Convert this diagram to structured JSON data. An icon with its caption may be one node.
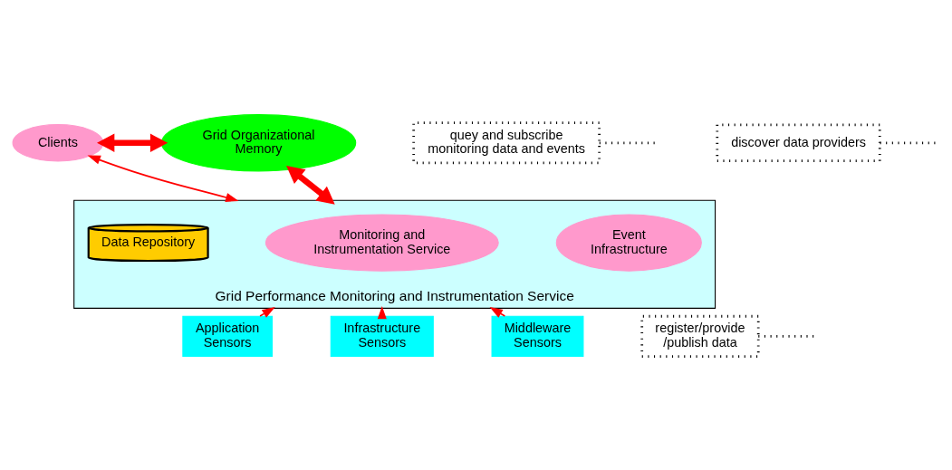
{
  "diagram": {
    "nodes": [
      {
        "text": [
          "Clients"
        ]
      },
      {
        "text": [
          "Grid Organizational Memory"
        ]
      },
      {
        "text": [
          "quey and subscribe monitoring data and events"
        ]
      },
      {
        "text": [
          "discover data providers"
        ]
      },
      {
        "text": [
          "Grid Performance Monitoring and Instrumentation Service"
        ]
      },
      {
        "text": [
          "Data Repository"
        ],
        "in": 4
      },
      {
        "text": [
          "Monitoring and Instrumentation Service"
        ],
        "in": 4
      },
      {
        "text": [
          "Event Infrastructure"
        ],
        "in": 4
      },
      {
        "text": [
          "Application Sensors"
        ]
      },
      {
        "text": [
          "Infrastructure Sensors"
        ]
      },
      {
        "text": [
          "Middleware Sensors"
        ]
      },
      {
        "text": [
          "register/provide /publish data"
        ]
      }
    ],
    "edges": [
      {
        "from": 0,
        "to": 1,
        "arrow": "both",
        "style": "thick"
      },
      {
        "from": 4,
        "to": 0,
        "arrow": "both"
      },
      {
        "from": 4,
        "to": 1,
        "arrow": "both",
        "style": "thick"
      },
      {
        "from": 8,
        "to": 4,
        "arrow": "to"
      },
      {
        "from": 9,
        "to": 4,
        "arrow": "to"
      },
      {
        "from": 10,
        "to": 4,
        "arrow": "to"
      },
      {
        "from": 2,
        "to": null,
        "arrow": "none",
        "style": "dashed",
        "color": "#000000"
      },
      {
        "from": 3,
        "to": null,
        "arrow": "none",
        "style": "dashed",
        "color": "#000000"
      },
      {
        "from": 11,
        "to": null,
        "arrow": "none",
        "style": "dashed",
        "color": "#000000"
      }
    ]
  }
}
